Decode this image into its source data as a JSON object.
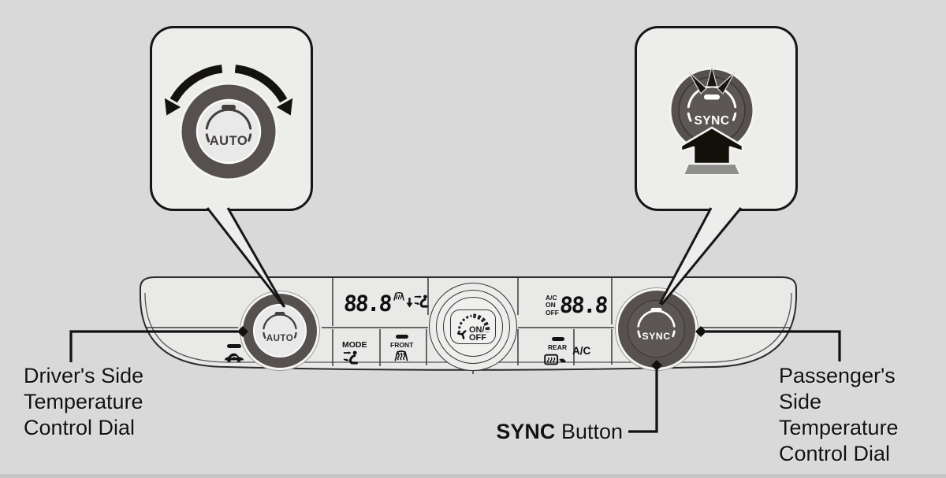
{
  "colors": {
    "background": "#d9d9d9",
    "panel_fill": "#e9e9e8",
    "panel_line": "#2b2b2b",
    "callout_fill": "#ededec",
    "dial_dark": "#56514f",
    "dial_face_light": "#e9e9e9",
    "marking_dark": "#44403e",
    "marking_light": "#ffffff",
    "label_text": "#121212",
    "pedestal_gray": "#908e8d"
  },
  "callouts": {
    "auto_dial": {
      "label": "AUTO",
      "icon": "rotate-bidirectional-arrow"
    },
    "sync_button": {
      "label": "SYNC",
      "icon": "press-up-arrow"
    }
  },
  "panel": {
    "recirculation": {
      "icon": "car-recirculation"
    },
    "driver_dial": {
      "label": "AUTO"
    },
    "display_left": {
      "value": "88.8",
      "icons": [
        "defrost-front",
        "arrow-down",
        "vent-person"
      ]
    },
    "mode_button": {
      "label": "MODE",
      "icon": "vent-person"
    },
    "front_defrost_button": {
      "label": "FRONT",
      "icon": "defrost-front"
    },
    "fan_dial": {
      "label_line1": "ON/",
      "label_line2": "OFF",
      "icon": "fan"
    },
    "display_right": {
      "ac": "A/C",
      "on": "ON",
      "off": "OFF",
      "value": "88.8"
    },
    "rear_defrost_button": {
      "label": "REAR",
      "icon": "defrost-rear"
    },
    "ac_button": {
      "label": "A/C"
    },
    "passenger_dial": {
      "label": "SYNC"
    }
  },
  "annotations": {
    "driver_label": {
      "line1": "Driver's Side",
      "line2": "Temperature",
      "line3": "Control Dial"
    },
    "sync_label": {
      "bold": "SYNC",
      "rest": "Button"
    },
    "passenger_label": {
      "line1": "Passenger's",
      "line2": "Side",
      "line3": "Temperature",
      "line4": "Control Dial"
    }
  }
}
